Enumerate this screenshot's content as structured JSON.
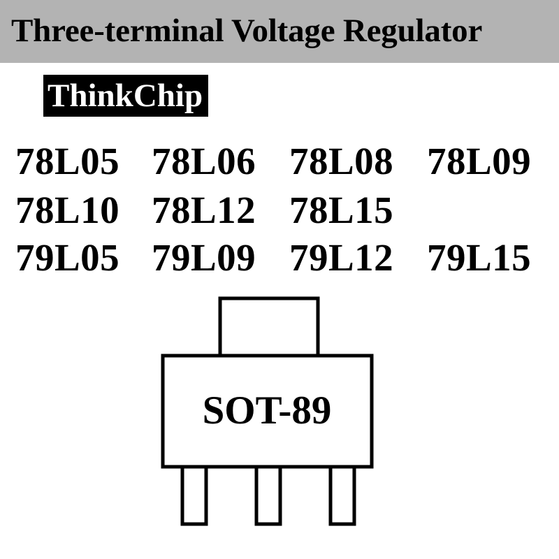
{
  "header": {
    "title": "Three-terminal Voltage Regulator"
  },
  "brand": {
    "name": "ThinkChip"
  },
  "part_rows": [
    [
      "78L05",
      "78L06",
      "78L08",
      "78L09"
    ],
    [
      "78L10",
      "78L12",
      "78L15",
      ""
    ],
    [
      "79L05",
      "79L09",
      "79L12",
      "79L15"
    ]
  ],
  "package": {
    "label": "SOT-89",
    "pin_count": 3
  },
  "colors": {
    "header_bg": "#b3b3b3",
    "brand_bg": "#000000",
    "brand_text": "#ffffff"
  }
}
